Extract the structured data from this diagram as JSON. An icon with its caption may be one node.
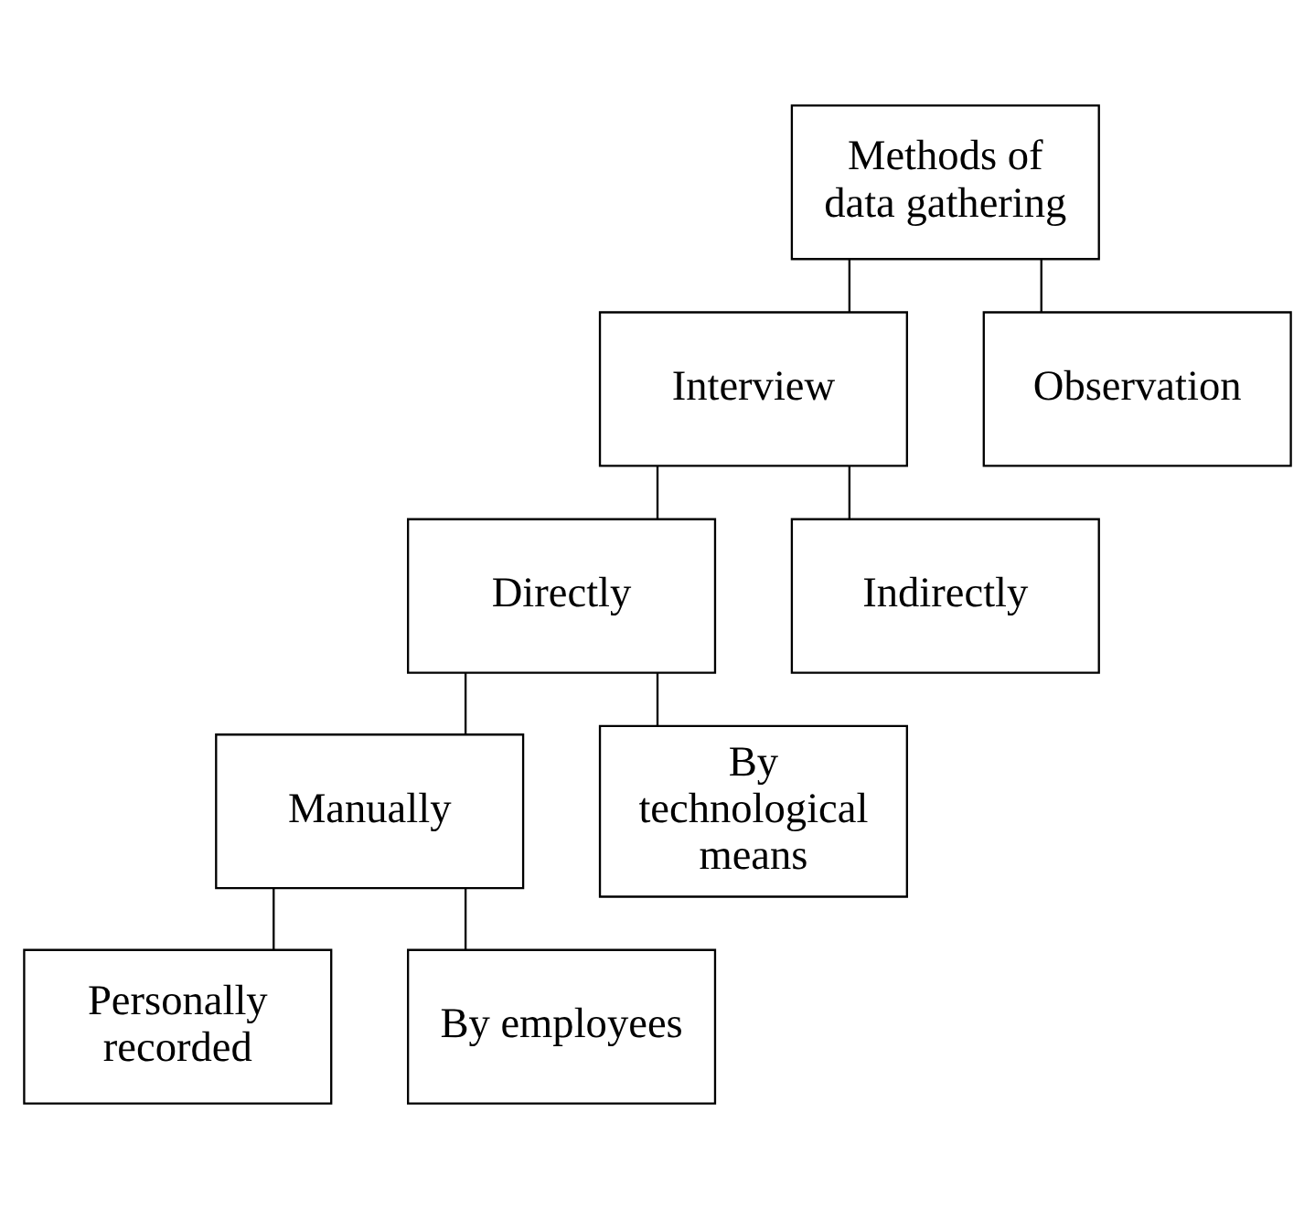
{
  "diagram": {
    "nodes": [
      {
        "text": [
          "Methods of data gathering"
        ]
      },
      {
        "text": [
          "Interview"
        ]
      },
      {
        "text": [
          "Observation"
        ]
      },
      {
        "text": [
          "Directly"
        ]
      },
      {
        "text": [
          "Indirectly"
        ]
      },
      {
        "text": [
          "Manually"
        ]
      },
      {
        "text": [
          "By technological means"
        ]
      },
      {
        "text": [
          "Personally recorded"
        ]
      },
      {
        "text": [
          "By employees"
        ]
      }
    ],
    "edges": [
      {
        "from": 0,
        "to": 1,
        "arrow": "none"
      },
      {
        "from": 0,
        "to": 2,
        "arrow": "none"
      },
      {
        "from": 1,
        "to": 3,
        "arrow": "none"
      },
      {
        "from": 1,
        "to": 4,
        "arrow": "none"
      },
      {
        "from": 3,
        "to": 5,
        "arrow": "none"
      },
      {
        "from": 3,
        "to": 6,
        "arrow": "none"
      },
      {
        "from": 5,
        "to": 7,
        "arrow": "none"
      },
      {
        "from": 5,
        "to": 8,
        "arrow": "none"
      }
    ]
  }
}
